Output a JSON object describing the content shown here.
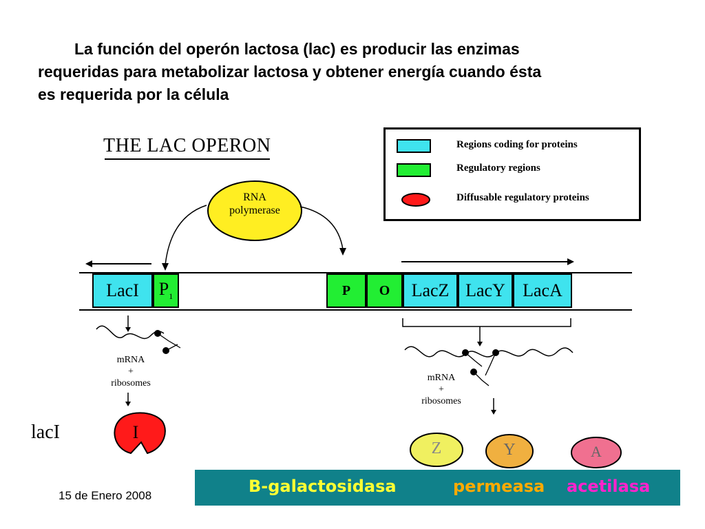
{
  "heading": {
    "line1": "La función del operón lactosa (lac) es producir las enzimas",
    "line2": "requeridas para metabolizar lactosa y obtener energía cuando ésta",
    "line3": "es requerida por la célula"
  },
  "diagram_title": "THE LAC OPERON",
  "legend": {
    "items": [
      {
        "label": "Regions coding for proteins",
        "color": "#3fe3ee"
      },
      {
        "label": "Regulatory regions",
        "color": "#22ee33"
      },
      {
        "label": "Diffusable regulatory proteins",
        "color": "#ff1a1a"
      }
    ]
  },
  "rna_polymerase": {
    "line1": "RNA",
    "line2": "polymerase",
    "color": "#ffee22"
  },
  "genes": {
    "lacI": "LacI",
    "pi_main": "P",
    "pi_sub": "1",
    "p": "P",
    "o": "O",
    "lacZ": "LacZ",
    "lacY": "LacY",
    "lacA": "LacA"
  },
  "left_translation": {
    "mrna": "mRNA",
    "plus": "+",
    "ribosomes": "ribosomes"
  },
  "right_translation": {
    "mrna": "mRNA",
    "plus": "+",
    "ribosomes": "ribosomes"
  },
  "repressor_label": "I",
  "side_label": "lacI",
  "proteins": [
    {
      "label": "Z",
      "color": "#f0f060"
    },
    {
      "label": "Y",
      "color": "#f0b040"
    },
    {
      "label": "A",
      "color": "#f07090"
    }
  ],
  "enzymes_bar": {
    "b_gal": "B-galactosidasa",
    "permease": "permeasa",
    "acetylase": "acetilasa",
    "colors": {
      "b_gal": "#ffff33",
      "permease": "#ffaa00",
      "acetylase": "#ff22cc",
      "background": "#10818a"
    }
  },
  "date": "15 de Enero 2008"
}
